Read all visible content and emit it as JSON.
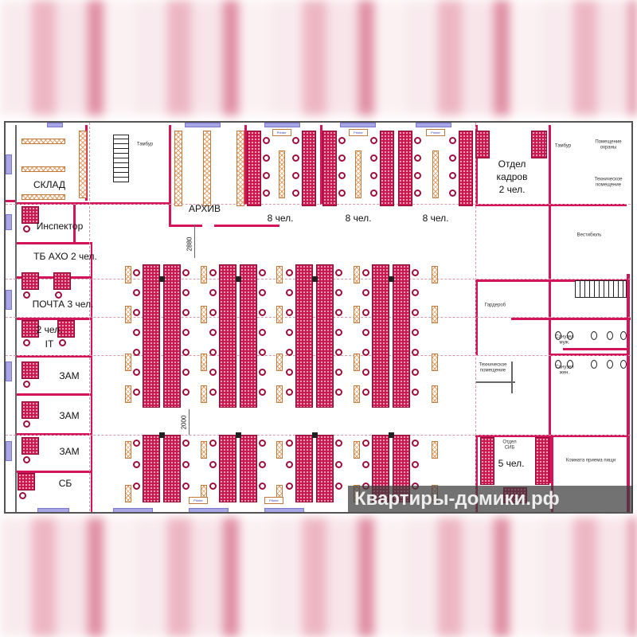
{
  "rooms": {
    "sklad": "СКЛАД",
    "inspector": "Инспектор",
    "tb_axo": "ТБ АХО 2 чел.",
    "pochta": "ПОЧТА  3 чел.",
    "two": "2 чел.",
    "it": "IT",
    "zam1": "ЗАМ",
    "zam2": "ЗАМ",
    "zam3": "ЗАМ",
    "sb": "СБ",
    "tambur1": "Тамбур",
    "archive": "АРХИВ",
    "office1": "8 чел.",
    "office2": "8 чел.",
    "office3": "8 чел.",
    "hr_line1": "Отдел",
    "hr_line2": "кадров",
    "hr_line3": "2 чел.",
    "tambur2": "Тамбур",
    "security_room": "Помещение охраны",
    "tech_room1": "Техническое помещение",
    "lobby": "Вестибюль",
    "wardrobe": "Гардероб",
    "wc_m": "Санузел муж.",
    "wc_f": "Санузел жен.",
    "tech_room2": "Техническое помещение",
    "sib_line1": "Отдел СИБ",
    "sib_line2": "5 чел.",
    "dining": "Комната приема пищи"
  },
  "dimensions": {
    "d1": "2880",
    "d2": "2000"
  },
  "printer_label": "Printer",
  "watermark": "Квартиры-домики.рф",
  "colors": {
    "wall": "#d4145a",
    "desk": "#c8174f",
    "window": "#a9a6e8"
  }
}
